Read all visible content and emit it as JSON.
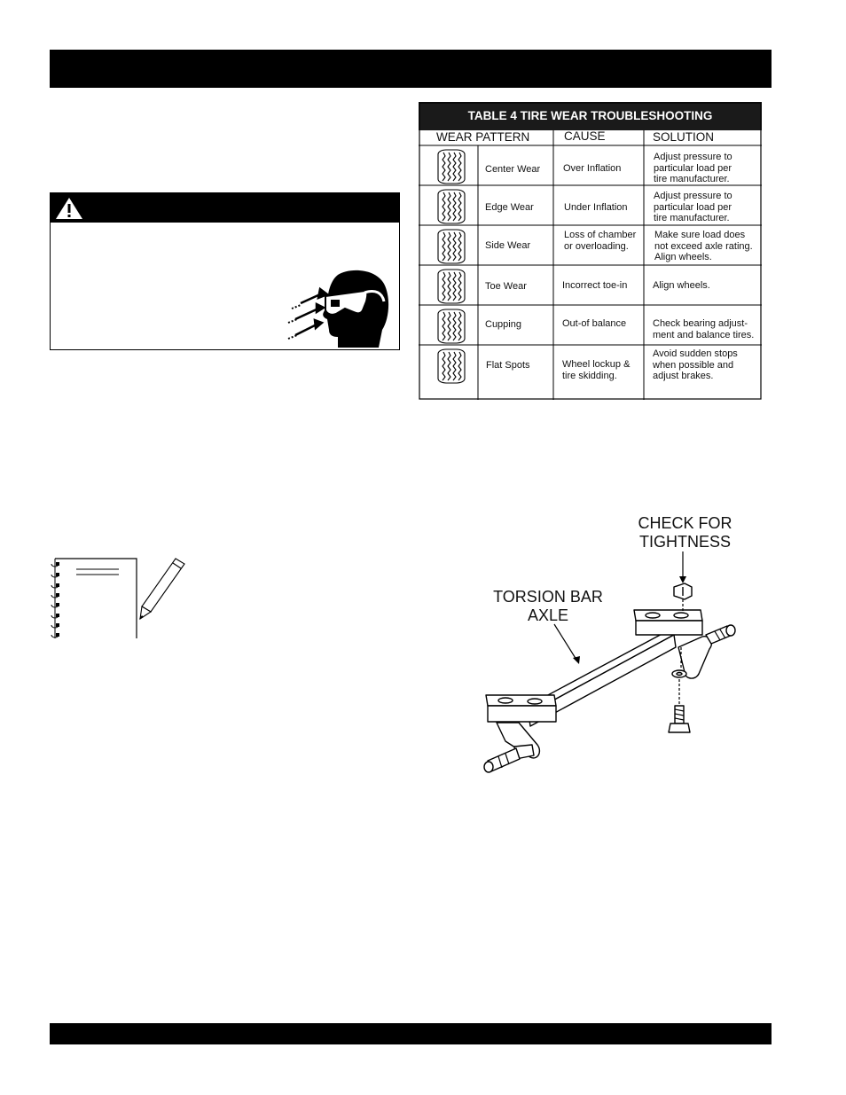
{
  "table": {
    "title": "TABLE 4 TIRE WEAR TROUBLESHOOTING",
    "headers": {
      "wear_pattern": "WEAR PATTERN",
      "cause": "CAUSE",
      "solution": "SOLUTION"
    },
    "rows": [
      {
        "wear": "Center Wear",
        "cause": [
          "Over Inflation"
        ],
        "solution": [
          "Adjust pressure to",
          "particular load per",
          "tire manufacturer."
        ]
      },
      {
        "wear": "Edge Wear",
        "cause": [
          "Under Inflation"
        ],
        "solution": [
          "Adjust pressure to",
          "particular load per",
          "tire manufacturer."
        ]
      },
      {
        "wear": "Side Wear",
        "cause": [
          "Loss of chamber",
          "or overloading."
        ],
        "solution": [
          "Make sure load does",
          "not exceed axle rating.",
          "Align wheels."
        ]
      },
      {
        "wear": "Toe Wear",
        "cause": [
          "Incorrect toe-in"
        ],
        "solution": [
          "Align wheels."
        ]
      },
      {
        "wear": "Cupping",
        "cause": [
          "Out-of balance"
        ],
        "solution": [
          "Check bearing adjust-",
          "ment and balance tires."
        ]
      },
      {
        "wear": "Flat Spots",
        "cause": [
          "Wheel lockup &",
          "tire skidding."
        ],
        "solution": [
          "Avoid sudden stops",
          "when possible and",
          "adjust brakes."
        ]
      }
    ]
  },
  "diagram": {
    "check_label": [
      "CHECK FOR",
      "TIGHTNESS"
    ],
    "torsion_label": [
      "TORSION BAR",
      "AXLE"
    ]
  },
  "icons": {
    "warning": "warning-triangle-icon",
    "goggles": "safety-goggles-icon",
    "notebook": "notebook-pencil-icon"
  }
}
